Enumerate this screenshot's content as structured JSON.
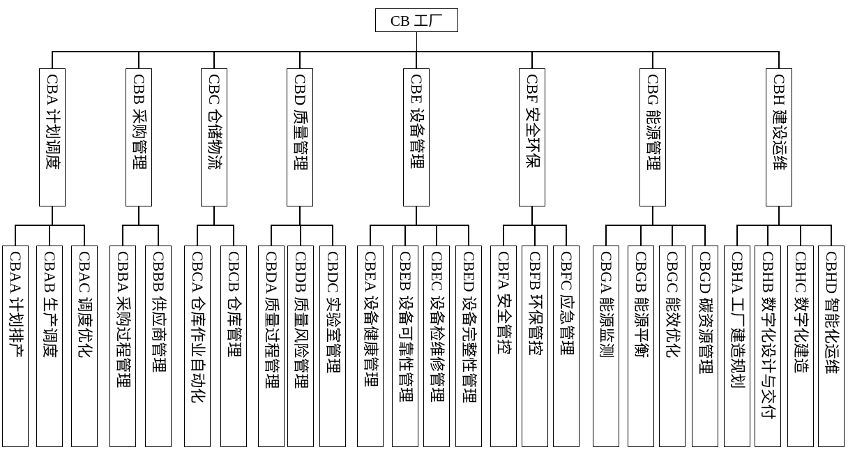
{
  "diagram": {
    "title": "CB factory organization chart",
    "colors": {
      "line": "#000000",
      "background": "#ffffff",
      "text": "#000000"
    },
    "root": {
      "label": "CB 工厂"
    },
    "groups": [
      {
        "parent": {
          "label": "CBA 计划调度"
        },
        "children": [
          {
            "label": "CBAA 计划排产"
          },
          {
            "label": "CBAB 生产调度"
          },
          {
            "label": "CBAC 调度优化"
          }
        ]
      },
      {
        "parent": {
          "label": "CBB 采购管理"
        },
        "children": [
          {
            "label": "CBBA 采购过程管理"
          },
          {
            "label": "CBBB 供应商管理"
          }
        ]
      },
      {
        "parent": {
          "label": "CBC 仓储物流"
        },
        "children": [
          {
            "label": "CBCA 仓库作业自动化"
          },
          {
            "label": "CBCB 仓库管理"
          }
        ]
      },
      {
        "parent": {
          "label": "CBD 质量管理"
        },
        "children": [
          {
            "label": "CBDA 质量过程管理"
          },
          {
            "label": "CBDB 质量风险管理"
          },
          {
            "label": "CBDC 实验室管理"
          }
        ]
      },
      {
        "parent": {
          "label": "CBE 设备管理"
        },
        "children": [
          {
            "label": "CBEA 设备健康管理"
          },
          {
            "label": "CBEB 设备可靠性管理"
          },
          {
            "label": "CBEC 设备检维修管理"
          },
          {
            "label": "CBED 设备完整性管理"
          }
        ]
      },
      {
        "parent": {
          "label": "CBF 安全环保"
        },
        "children": [
          {
            "label": "CBFA 安全管控"
          },
          {
            "label": "CBFB 环保管控"
          },
          {
            "label": "CBFC 应急管理"
          }
        ]
      },
      {
        "parent": {
          "label": "CBG 能源管理"
        },
        "children": [
          {
            "label": "CBGA 能源监测"
          },
          {
            "label": "CBGB 能源平衡"
          },
          {
            "label": "CBGC 能效优化"
          },
          {
            "label": "CBGD 碳资源管理"
          }
        ]
      },
      {
        "parent": {
          "label": "CBH 建设运维"
        },
        "children": [
          {
            "label": "CBHA 工厂建造规划"
          },
          {
            "label": "CBHB 数字化设计与交付"
          },
          {
            "label": "CBHC 数字化建造"
          },
          {
            "label": "CBHD 智能化运维"
          }
        ]
      }
    ]
  }
}
